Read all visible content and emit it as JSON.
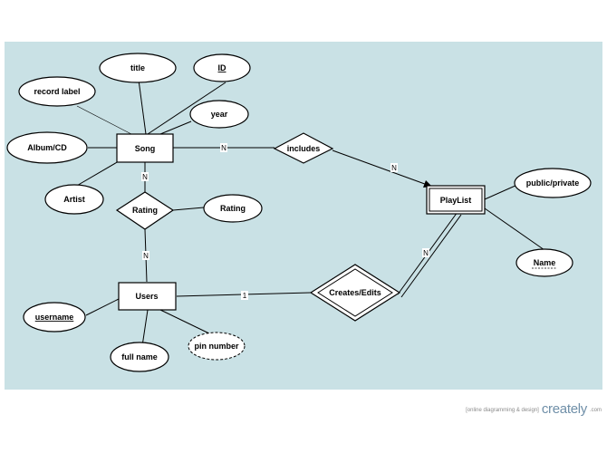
{
  "entities": {
    "song": "Song",
    "users": "Users",
    "playlist": "PlayList"
  },
  "relationships": {
    "includes": "includes",
    "rating": "Rating",
    "creates_edits": "Creates/Edits"
  },
  "attributes": {
    "title": "title",
    "id": "ID",
    "record_label": "record label",
    "year": "year",
    "album_cd": "Album/CD",
    "artist": "Artist",
    "rating": "Rating",
    "public_private": "public/private",
    "name": "Name",
    "username": "username",
    "full_name": "full name",
    "pin_number": "pin number"
  },
  "cardinalities": {
    "song_includes": "N",
    "includes_playlist": "N",
    "song_rating": "N",
    "rating_users": "N",
    "users_creates": "1",
    "creates_playlist": "N"
  },
  "footer": {
    "tagline": "[online diagramming & design]",
    "brand": "creately",
    "domain": ".com"
  }
}
